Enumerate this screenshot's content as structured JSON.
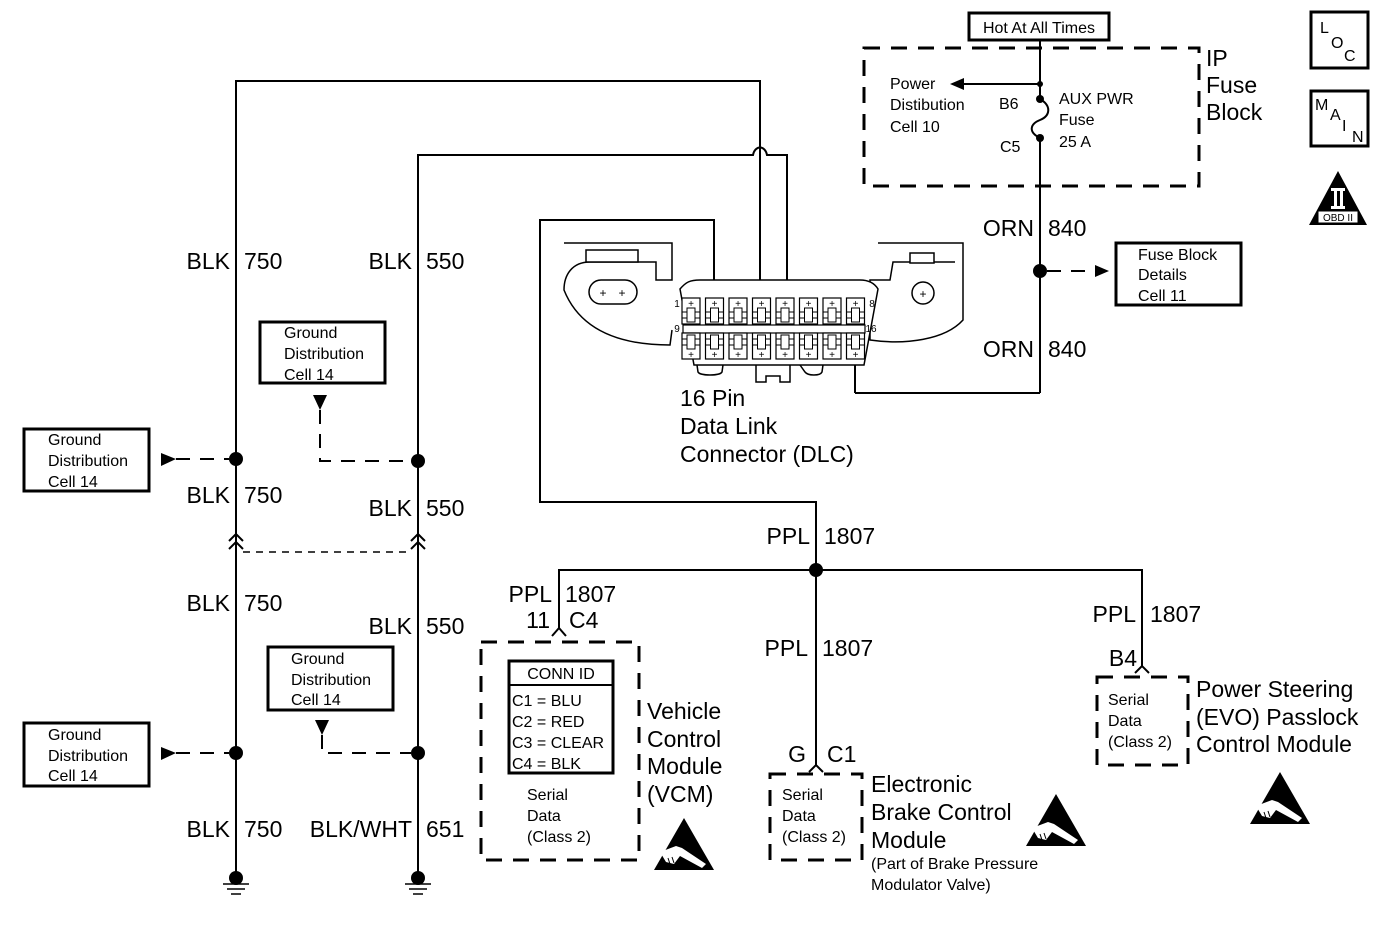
{
  "diagram": {
    "title_badge": "Hot At All Times",
    "side_badges": {
      "loc": [
        "L",
        "O",
        "C"
      ],
      "main": [
        "M",
        "A",
        "I",
        "N"
      ],
      "obd": {
        "symbol": "II",
        "label": "OBD II"
      }
    },
    "ip_fuse_block": {
      "title": [
        "IP",
        "Fuse",
        "Block"
      ],
      "power_ref": [
        "Power",
        "Distibution",
        "Cell 10"
      ],
      "terminal_in": "B6",
      "terminal_out": "C5",
      "fuse": [
        "AUX PWR",
        "Fuse",
        "25 A"
      ]
    },
    "wires": {
      "orn_top": {
        "color": "ORN",
        "circuit": "840"
      },
      "orn_bottom": {
        "color": "ORN",
        "circuit": "840"
      },
      "blk750_a": {
        "color": "BLK",
        "circuit": "750"
      },
      "blk550_a": {
        "color": "BLK",
        "circuit": "550"
      },
      "blk750_b": {
        "color": "BLK",
        "circuit": "750"
      },
      "blk550_b": {
        "color": "BLK",
        "circuit": "550"
      },
      "blk750_c": {
        "color": "BLK",
        "circuit": "750"
      },
      "blk550_c": {
        "color": "BLK",
        "circuit": "550"
      },
      "blk750_d": {
        "color": "BLK",
        "circuit": "750"
      },
      "blkwht651": {
        "color": "BLK/WHT",
        "circuit": "651"
      },
      "ppl_main": {
        "color": "PPL",
        "circuit": "1807"
      },
      "ppl_vcm": {
        "color": "PPL",
        "circuit": "1807"
      },
      "ppl_ebcm": {
        "color": "PPL",
        "circuit": "1807"
      },
      "ppl_evo": {
        "color": "PPL",
        "circuit": "1807"
      }
    },
    "fuse_block_details": [
      "Fuse Block",
      "Details",
      "Cell 11"
    ],
    "ground_refs": [
      [
        "Ground",
        "Distribution",
        "Cell 14"
      ],
      [
        "Ground",
        "Distribution",
        "Cell 14"
      ],
      [
        "Ground",
        "Distribution",
        "Cell 14"
      ],
      [
        "Ground",
        "Distribution",
        "Cell 14"
      ]
    ],
    "dlc": {
      "label": [
        "16 Pin",
        "Data Link",
        "Connector (DLC)"
      ],
      "pin_1": "1",
      "pin_8": "8",
      "pin_9": "9",
      "pin_16": "16"
    },
    "vcm": {
      "pin": "11",
      "connector": "C4",
      "conn_id_title": "CONN ID",
      "conn_ids": [
        "C1 = BLU",
        "C2 = RED",
        "C3 = CLEAR",
        "C4 = BLK"
      ],
      "function": [
        "Serial",
        "Data",
        "(Class 2)"
      ],
      "name": [
        "Vehicle",
        "Control",
        "Module",
        "(VCM)"
      ]
    },
    "ebcm": {
      "pin": "G",
      "connector": "C1",
      "function": [
        "Serial",
        "Data",
        "(Class 2)"
      ],
      "name": [
        "Electronic",
        "Brake Control",
        "Module"
      ],
      "note": [
        "(Part of Brake Pressure",
        "Modulator Valve)"
      ]
    },
    "evo": {
      "pin": "B4",
      "function": [
        "Serial",
        "Data",
        "(Class 2)"
      ],
      "name": [
        "Power Steering",
        "(EVO) Passlock",
        "Control Module"
      ]
    }
  }
}
